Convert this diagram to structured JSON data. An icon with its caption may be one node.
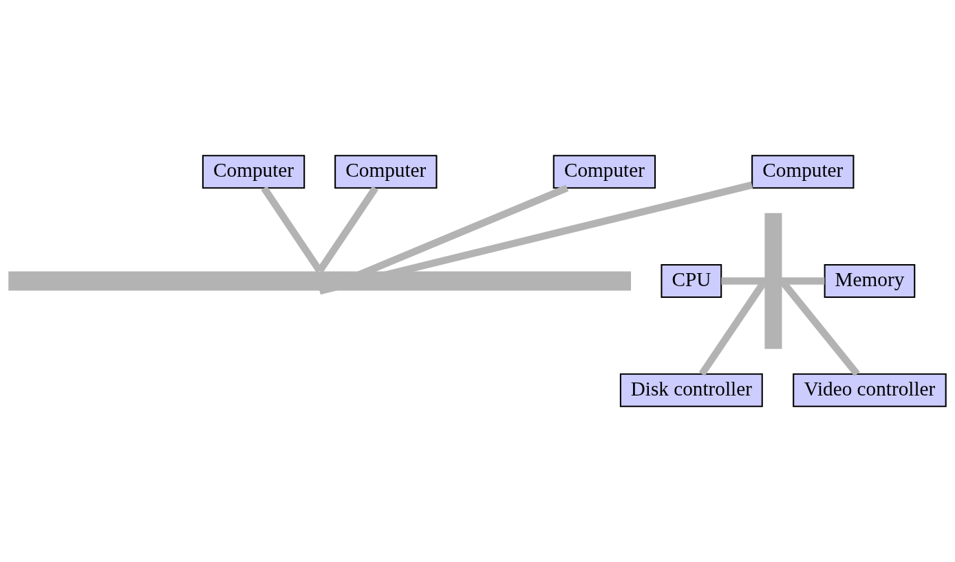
{
  "diagram": {
    "nodes": [
      {
        "text": [
          "Computer"
        ]
      },
      {
        "text": [
          "Computer"
        ]
      },
      {
        "text": [],
        "shape": "bar"
      },
      {
        "text": [
          "Computer"
        ]
      },
      {
        "text": [
          "Computer"
        ]
      },
      {
        "text": [],
        "shape": "bar"
      },
      {
        "text": [
          "CPU"
        ]
      },
      {
        "text": [
          "Memory"
        ]
      },
      {
        "text": [
          "Disk controller"
        ]
      },
      {
        "text": [
          "Video controller"
        ]
      }
    ],
    "edges": [
      {
        "from": 0,
        "to": 2,
        "arrow": "none"
      },
      {
        "from": 1,
        "to": 2,
        "arrow": "none"
      },
      {
        "from": 3,
        "to": 2,
        "arrow": "none"
      },
      {
        "from": 4,
        "to": 2,
        "arrow": "none"
      },
      {
        "from": 6,
        "to": 5,
        "arrow": "none"
      },
      {
        "from": 7,
        "to": 5,
        "arrow": "none"
      },
      {
        "from": 8,
        "to": 5,
        "arrow": "none"
      },
      {
        "from": 9,
        "to": 5,
        "arrow": "none"
      }
    ]
  }
}
